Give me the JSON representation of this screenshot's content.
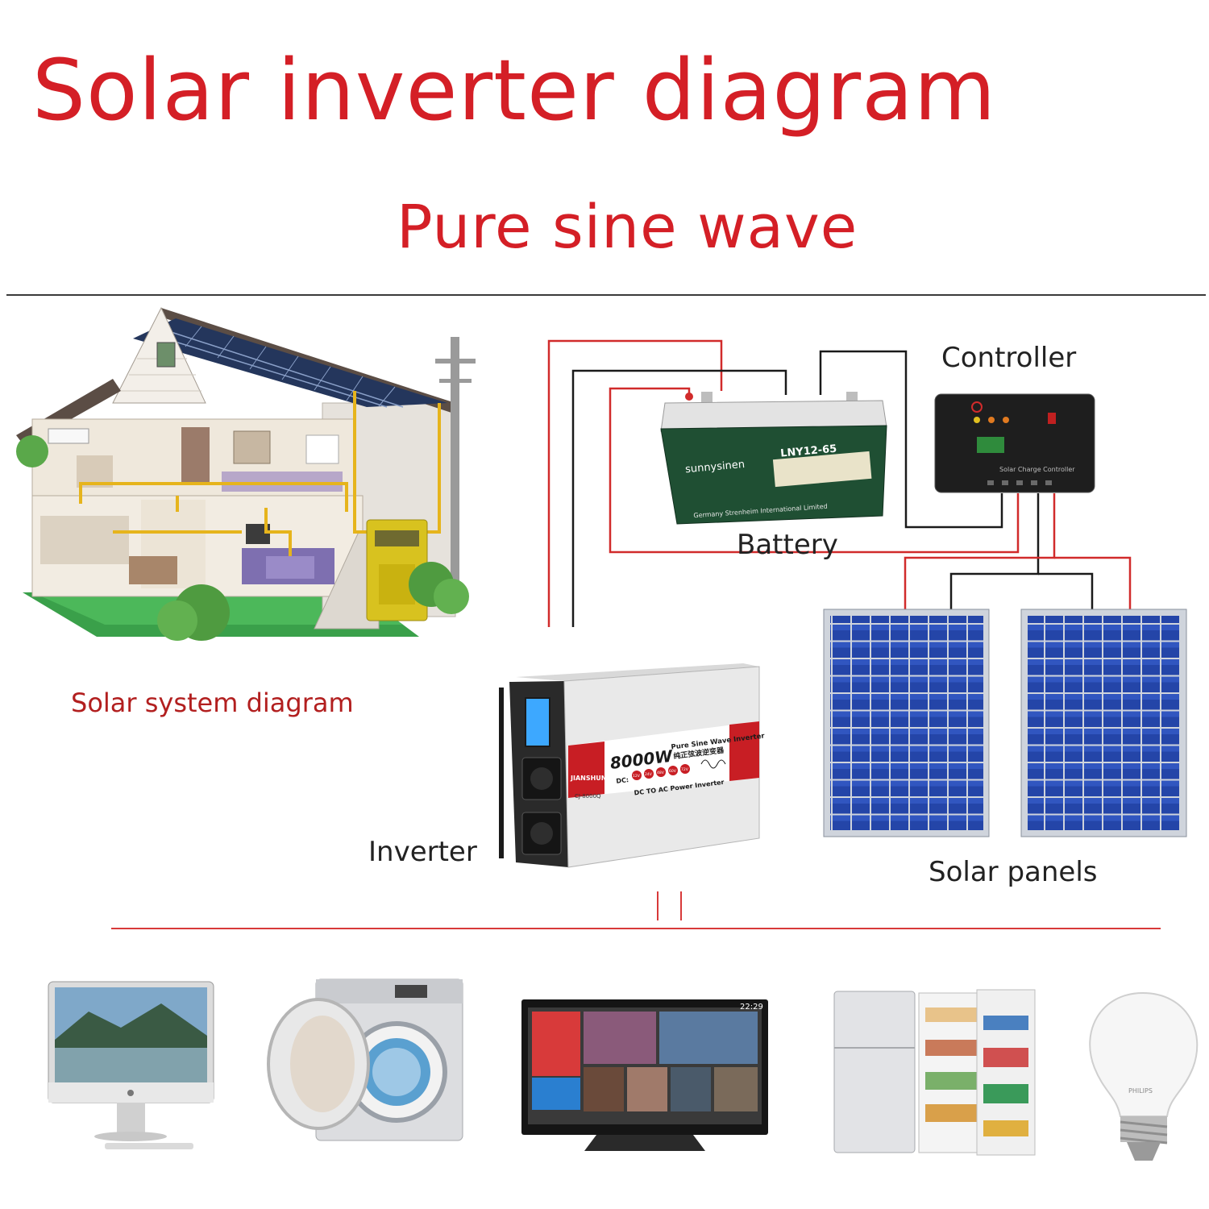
{
  "title": "Solar inverter diagram",
  "subtitle": "Pure sine wave",
  "labels": {
    "controller": "Controller",
    "battery": "Battery",
    "solar_panels": "Solar panels",
    "inverter": "Inverter",
    "system_diagram": "Solar system diagram"
  },
  "battery_device": {
    "brand": "sunnysinen",
    "model": "LNY12-65",
    "maker": "Germany Strenheim International Limited"
  },
  "controller_device": {
    "name": "Solar Charge Controller"
  },
  "inverter_device": {
    "power": "8000W",
    "type": "Pure Sine Wave Inverter",
    "cn_type": "纯正弦波逆变器",
    "brand": "JIANSHUN",
    "model": "CJ-8000Q",
    "dc_label": "DC:",
    "voltages": [
      "12V",
      "24V",
      "48V",
      "60V",
      "72V"
    ],
    "tagline": "DC TO AC Power Inverter"
  },
  "tv_screen": {
    "clock": "22:29"
  },
  "bulb_brand": "PHILIPS",
  "appliances": [
    "computer-monitor",
    "washing-machine",
    "television",
    "refrigerator",
    "light-bulb"
  ],
  "colors": {
    "title_red": "#d41f26",
    "wire_red": "#d12b2b",
    "wire_black": "#1a1a1a",
    "divider": "#d83a3a",
    "panel_blue": "#1f3f9a",
    "battery_green": "#1f4f33",
    "lawn_green": "#3aa04a"
  }
}
